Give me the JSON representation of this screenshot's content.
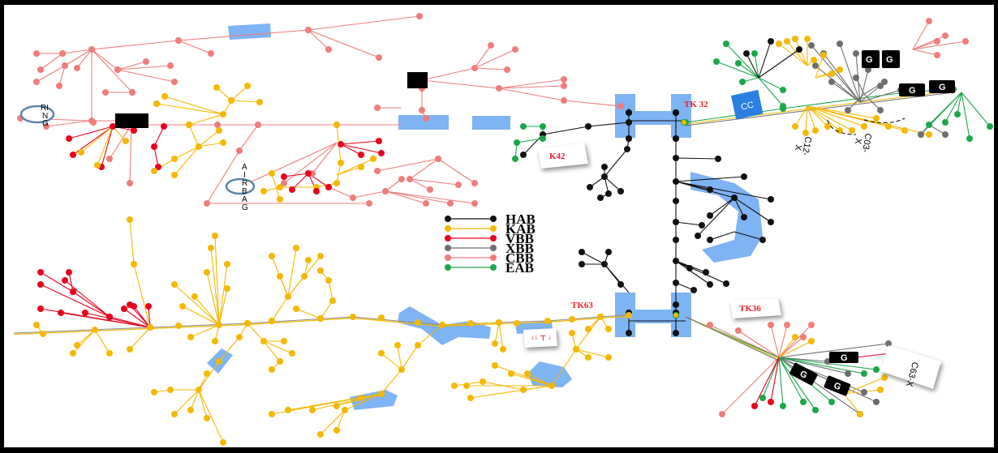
{
  "colors": {
    "HAB": "#111111",
    "KAB": "#f5b800",
    "VBB": "#e8001c",
    "XBB": "#6e6e6e",
    "CBB": "#f07c7c",
    "EAB": "#18a84a",
    "highlight": "#7eb3f4",
    "label_red": "#e8202a"
  },
  "legend": [
    {
      "key": "HAB",
      "label": "HAB"
    },
    {
      "key": "KAB",
      "label": "KAB"
    },
    {
      "key": "VBB",
      "label": "VBB"
    },
    {
      "key": "XBB",
      "label": "XBB"
    },
    {
      "key": "CBB",
      "label": "CBB"
    },
    {
      "key": "EAB",
      "label": "EAB"
    }
  ],
  "labels": {
    "tk32": "TK 32",
    "tk42": "K42",
    "tk63": "TK63",
    "tk36": "TK36",
    "cc": "CC",
    "c63x": "C63-X",
    "ring": [
      "RI",
      "N",
      "G"
    ],
    "airbag": [
      "A",
      "I",
      "R",
      "B",
      "A",
      "G"
    ],
    "c12x": "C12-",
    "c03x": "C03-",
    "x1": "X",
    "x2": "X",
    "small_red": "↑ ⊥ ↑↑"
  },
  "g_labels": [
    "G",
    "G",
    "G",
    "G",
    "G",
    "G",
    "G"
  ]
}
